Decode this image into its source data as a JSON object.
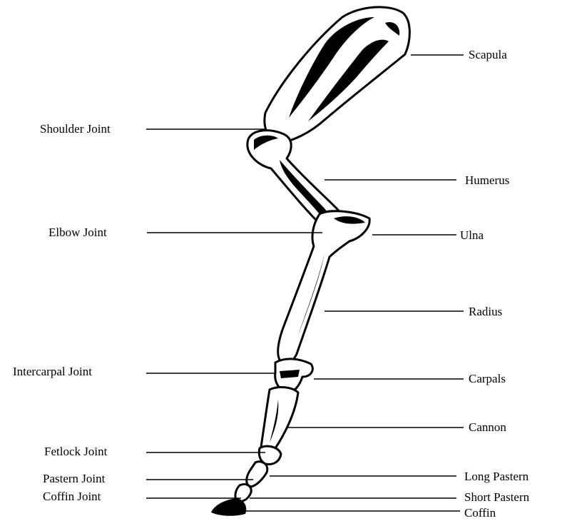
{
  "labels": {
    "scapula": "Scapula",
    "shoulder_joint": "Shoulder Joint",
    "humerus": "Humerus",
    "elbow_joint": "Elbow Joint",
    "ulna": "Ulna",
    "radius": "Radius",
    "intercarpal_joint": "Intercarpal Joint",
    "carpals": "Carpals",
    "cannon": "Cannon",
    "fetlock_joint": "Fetlock Joint",
    "pastern_joint": "Pastern Joint",
    "long_pastern": "Long Pastern",
    "coffin_joint": "Coffin Joint",
    "short_pastern": "Short Pastern",
    "coffin": "Coffin"
  }
}
